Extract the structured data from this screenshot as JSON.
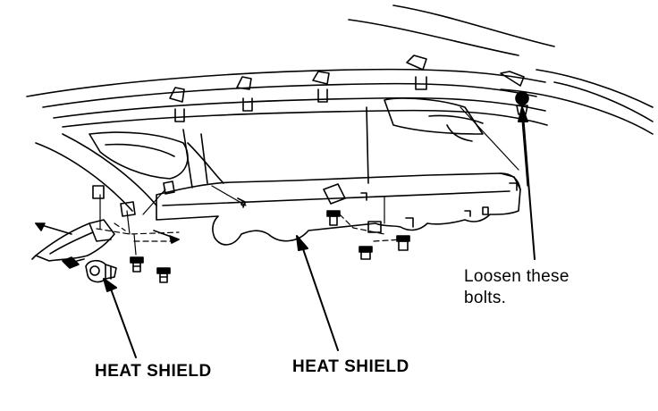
{
  "labels": {
    "heat_shield_left": "HEAT SHIELD",
    "heat_shield_center": "HEAT SHIELD",
    "loosen_line1": "Loosen these",
    "loosen_line2": "bolts."
  },
  "colors": {
    "ink": "#000000",
    "paper": "#ffffff"
  }
}
